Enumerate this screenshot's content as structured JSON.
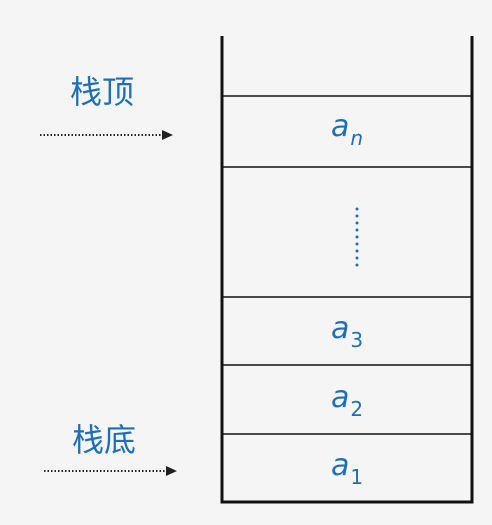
{
  "colors": {
    "label": "#1f6fb8",
    "stroke": "#111111",
    "background": "#f5f5f5",
    "ellipsis": "#1f6fb8"
  },
  "labels": {
    "top": "栈顶",
    "bottom": "栈底"
  },
  "elements": [
    {
      "var": "a",
      "sub": "n"
    },
    {
      "var": "a",
      "sub": "3"
    },
    {
      "var": "a",
      "sub": "2"
    },
    {
      "var": "a",
      "sub": "1"
    }
  ]
}
